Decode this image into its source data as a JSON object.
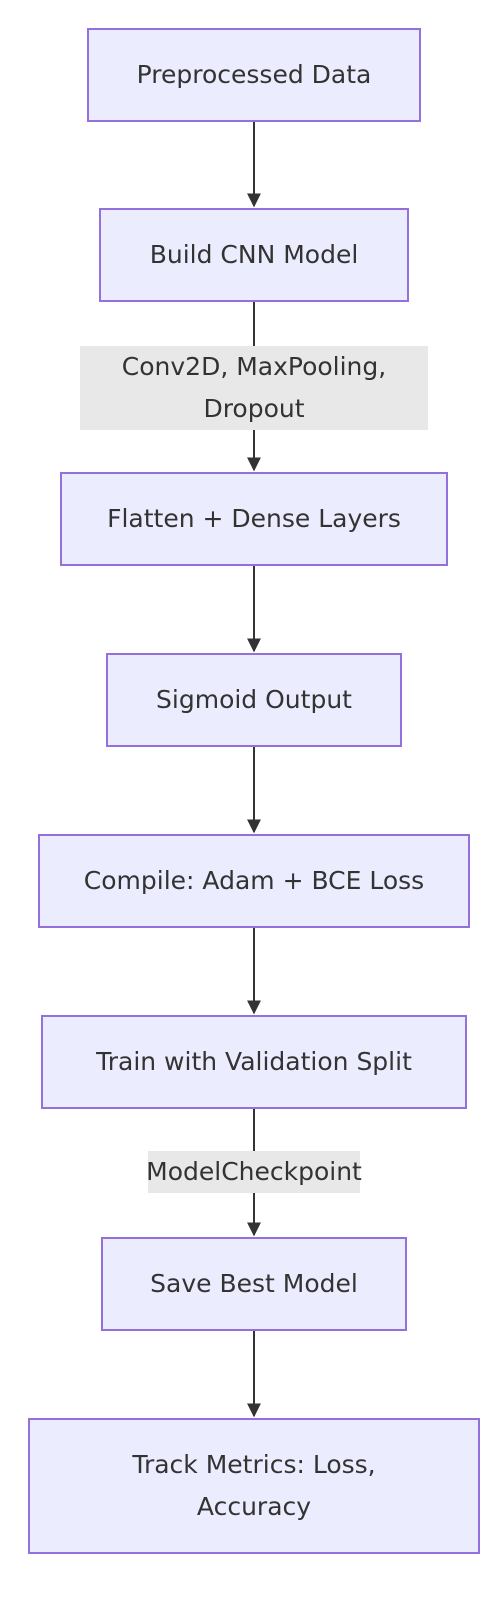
{
  "nodes": {
    "preprocessed_data": "Preprocessed Data",
    "build_cnn": "Build CNN Model",
    "flatten_dense": "Flatten + Dense Layers",
    "sigmoid_output": "Sigmoid Output",
    "compile": "Compile: Adam + BCE Loss",
    "train": "Train with Validation Split",
    "save_best": "Save Best Model",
    "track_metrics_line1": "Track Metrics: Loss,",
    "track_metrics_line2": "Accuracy"
  },
  "edge_labels": {
    "cnn_layers_line1": "Conv2D, MaxPooling,",
    "cnn_layers_line2": "Dropout",
    "checkpoint": "ModelCheckpoint"
  },
  "colors": {
    "node_fill": "#ECECFF",
    "node_border": "#9370DB",
    "edge": "#333333",
    "edge_label_bg": "#E8E8E8",
    "text": "#333333"
  }
}
